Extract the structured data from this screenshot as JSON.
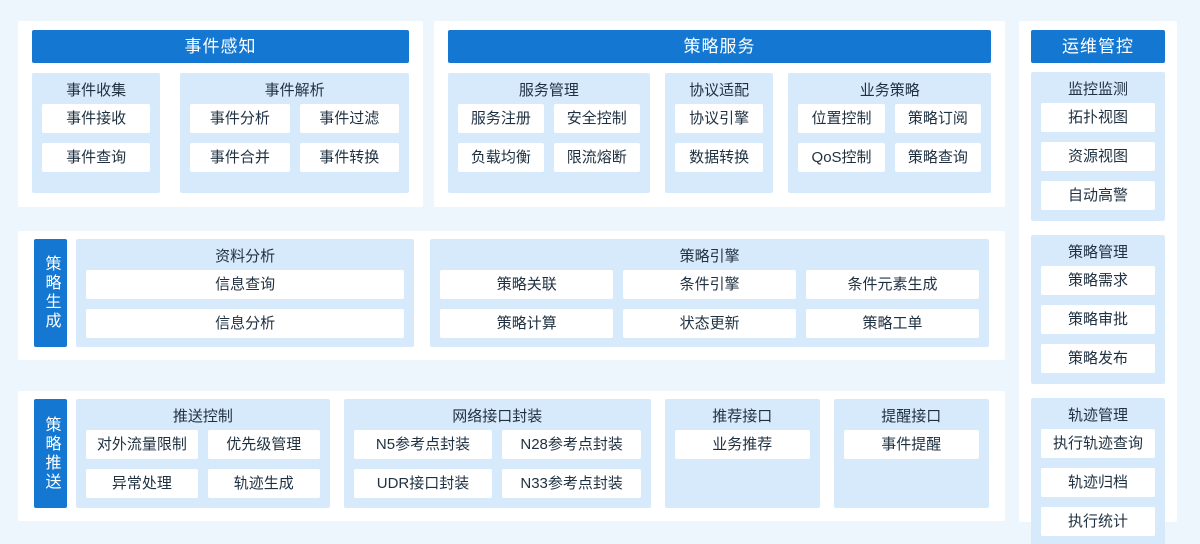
{
  "colors": {
    "page_bg": "#edf5fd",
    "panel_bg": "#ffffff",
    "group_bg": "#d7eafc",
    "accent_blue": "#1478d2",
    "text": "#1f3040",
    "header_text": "#ffffff"
  },
  "top_left": {
    "title": "事件感知",
    "groups": [
      {
        "title": "事件收集",
        "items": [
          "事件接收",
          "事件查询"
        ]
      },
      {
        "title": "事件解析",
        "items": [
          "事件分析",
          "事件过滤",
          "事件合并",
          "事件转换"
        ]
      }
    ]
  },
  "top_middle": {
    "title": "策略服务",
    "groups": [
      {
        "title": "服务管理",
        "items": [
          "服务注册",
          "安全控制",
          "负载均衡",
          "限流熔断"
        ]
      },
      {
        "title": "协议适配",
        "items": [
          "协议引擎",
          "数据转换"
        ]
      },
      {
        "title": "业务策略",
        "items": [
          "位置控制",
          "策略订阅",
          "QoS控制",
          "策略查询"
        ]
      }
    ]
  },
  "middle_band": {
    "label": "策略生成",
    "groups": [
      {
        "title": "资料分析",
        "items": [
          "信息查询",
          "信息分析"
        ]
      },
      {
        "title": "策略引擎",
        "items": [
          "策略关联",
          "条件引擎",
          "条件元素生成",
          "策略计算",
          "状态更新",
          "策略工单"
        ]
      }
    ]
  },
  "bottom_band": {
    "label": "策略推送",
    "groups": [
      {
        "title": "推送控制",
        "items": [
          "对外流量限制",
          "优先级管理",
          "异常处理",
          "轨迹生成"
        ]
      },
      {
        "title": "网络接口封装",
        "items": [
          "N5参考点封装",
          "N28参考点封装",
          "UDR接口封装",
          "N33参考点封装"
        ]
      },
      {
        "title": "推荐接口",
        "items": [
          "业务推荐"
        ]
      },
      {
        "title": "提醒接口",
        "items": [
          "事件提醒"
        ]
      }
    ]
  },
  "right_panel": {
    "title": "运维管控",
    "groups": [
      {
        "title": "监控监测",
        "items": [
          "拓扑视图",
          "资源视图",
          "自动高警"
        ]
      },
      {
        "title": "策略管理",
        "items": [
          "策略需求",
          "策略审批",
          "策略发布"
        ]
      },
      {
        "title": "轨迹管理",
        "items": [
          "执行轨迹查询",
          "轨迹归档",
          "执行统计"
        ]
      }
    ]
  }
}
